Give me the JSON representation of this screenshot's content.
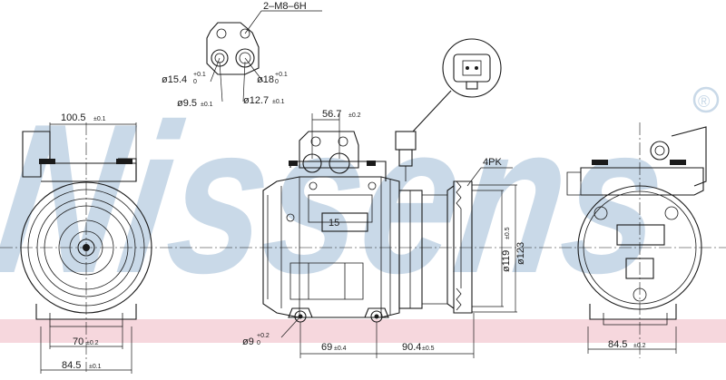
{
  "brand": {
    "watermark": "Nissens",
    "registered": "®",
    "watermark_color": "#c9d9e8",
    "band_color": "#f6d7dd"
  },
  "labels": {
    "bolt_spec": "2–M8–6H",
    "port1": "ø15.4",
    "port1_tol_upper": "+0.1",
    "port1_tol_lower": "0",
    "port2": "ø18",
    "port2_tol_upper": "+0.1",
    "port2_tol_lower": "0",
    "port3": "ø9.5",
    "port3_tol": "±0.1",
    "port4": "ø12.7",
    "port4_tol": "±0.1",
    "width_top": "100.5",
    "width_top_tol": "±0.1",
    "head_width": "56.7",
    "head_width_tol": "±0.2",
    "belt": "4PK",
    "boss": "15",
    "pulley_inner": "ø119",
    "pulley_inner_tol": "±0.5",
    "pulley_outer": "ø123",
    "left_bottom_inner": "70",
    "left_bottom_inner_tol": "±0.2",
    "left_bottom_outer": "84.5",
    "left_bottom_outer_tol": "±0.1",
    "mount_hole": "ø9",
    "mount_hole_tol_upper": "+0.2",
    "mount_hole_tol_lower": "0",
    "body_len1": "69",
    "body_len1_tol": "±0.4",
    "body_len2": "90.4",
    "body_len2_tol": "±0.5",
    "right_bottom": "84.5",
    "right_bottom_tol": "±0.2"
  }
}
